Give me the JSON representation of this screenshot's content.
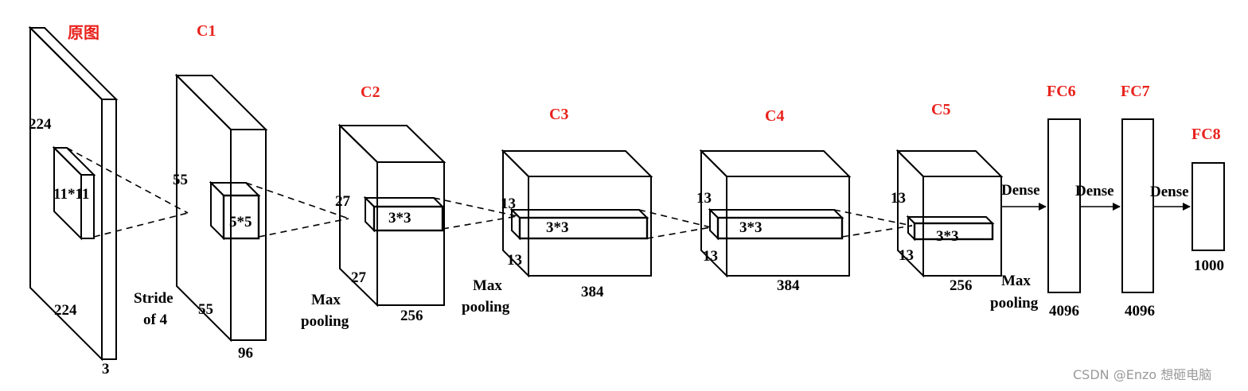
{
  "titles": {
    "input": "原图",
    "c1": "C1",
    "c2": "C2",
    "c3": "C3",
    "c4": "C4",
    "c5": "C5",
    "fc6": "FC6",
    "fc7": "FC7",
    "fc8": "FC8"
  },
  "dims": {
    "input_h": "224",
    "input_w": "224",
    "input_d": "3",
    "input_kernel": "11*11",
    "c1_h": "55",
    "c1_w": "55",
    "c1_d": "96",
    "c1_kernel": "5*5",
    "c2_h": "27",
    "c2_w": "27",
    "c2_d": "256",
    "c2_kernel": "3*3",
    "c3_h": "13",
    "c3_w": "13",
    "c3_d": "384",
    "c3_kernel": "3*3",
    "c4_h": "13",
    "c4_w": "13",
    "c4_d": "384",
    "c4_kernel": "3*3",
    "c5_h": "13",
    "c5_w": "13",
    "c5_d": "256",
    "c5_kernel": "3*3",
    "fc6_n": "4096",
    "fc7_n": "4096",
    "fc8_n": "1000"
  },
  "ops": {
    "stride_1": "Stride",
    "stride_2": "of 4",
    "pool1_1": "Max",
    "pool1_2": "pooling",
    "pool2_1": "Max",
    "pool2_2": "pooling",
    "pool3_1": "Max",
    "pool3_2": "pooling",
    "dense1": "Dense",
    "dense2": "Dense",
    "dense3": "Dense"
  },
  "watermark": "CSDN @Enzo 想砸电脑"
}
